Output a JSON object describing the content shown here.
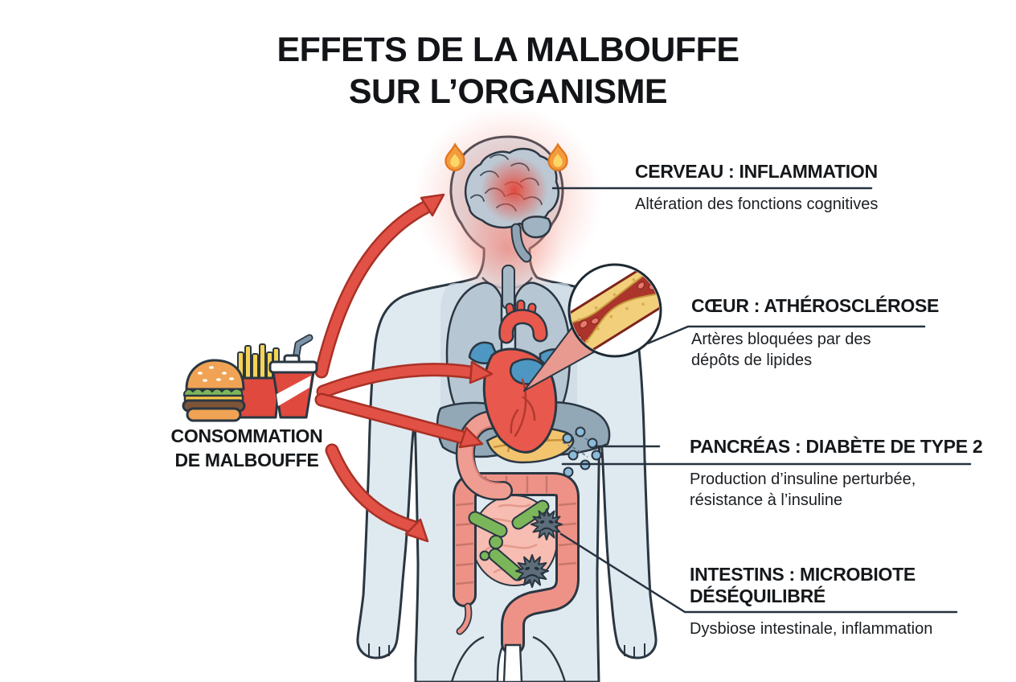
{
  "title": {
    "line1": "EFFETS DE LA MALBOUFFE",
    "line2": "SUR L’ORGANISME"
  },
  "source": {
    "line1": "CONSOMMATION",
    "line2": "DE MALBOUFFE"
  },
  "annotations": [
    {
      "organ": "cerveau",
      "heading": "CERVEAU : INFLAMMATION",
      "description": "Altération des fonctions cognitives"
    },
    {
      "organ": "coeur",
      "heading": "CŒUR : ATHÉROSCLÉROSE",
      "description": "Artères bloquées par des dépôts de lipides"
    },
    {
      "organ": "pancreas",
      "heading": "PANCRÉAS : DIABÈTE DE TYPE 2",
      "description": "Production d’insuline perturbée, résistance à l’insuline"
    },
    {
      "organ": "intestins",
      "heading": "INTESTINS : MICROBIOTE DÉSÉQUILIBRÉ",
      "description": "Dysbiose intestinale, inflammation"
    }
  ],
  "icons": [
    "hamburger-icon",
    "fries-icon",
    "soda-cup-icon",
    "flame-icon",
    "brain-icon",
    "heart-icon",
    "artery-inset-icon",
    "pancreas-icon",
    "insulin-dots-icon",
    "intestines-icon",
    "bacteria-icon",
    "microbe-icon",
    "cause-arrow-icon"
  ],
  "colors": {
    "arrow": "#e25146",
    "arrow_outline": "#aa3126",
    "outline": "#2a3742",
    "body_fill": "#dfe9f0",
    "heart": "#e9584c",
    "vessel_blue": "#4e97c2",
    "pancreas": "#f2c46d",
    "intestine": "#ee9287",
    "bacteria": "#7cb65a",
    "microbe": "#5d6e7a",
    "plaque": "#f0cb76",
    "flame": "#f39c3d",
    "inflammation": "#e8473a",
    "connector_line": "#26323e"
  }
}
